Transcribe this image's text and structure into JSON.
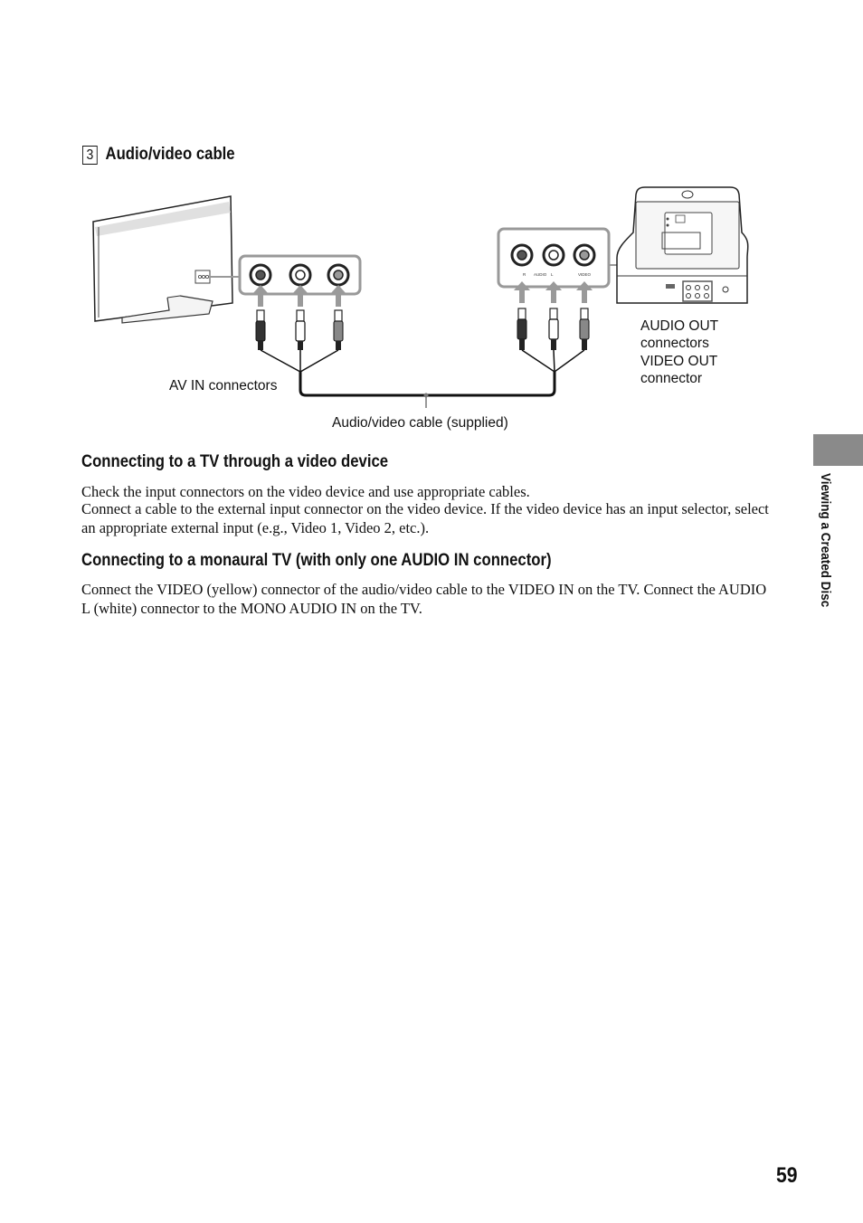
{
  "section": {
    "step_number": "3",
    "step_title": "Audio/video cable"
  },
  "diagram": {
    "av_in_label": "AV IN connectors",
    "cable_label": "Audio/video cable (supplied)",
    "audio_out_line1": "AUDIO OUT",
    "audio_out_line2": "connectors",
    "video_out_line1": "VIDEO OUT",
    "video_out_line2": "connector",
    "panel_r": "R",
    "panel_audio": "AUDIO",
    "panel_l": "L",
    "panel_video": "VIDEO"
  },
  "video_device": {
    "heading": "Connecting to a TV through a video device",
    "paragraph1": "Check the input connectors on the video device and use appropriate cables.",
    "paragraph2": "Connect a cable to the external input connector on the video device. If the video device has an input selector, select an appropriate external input (e.g., Video 1, Video 2, etc.)."
  },
  "monaural": {
    "heading": "Connecting to a monaural TV (with only one AUDIO IN connector)",
    "paragraph": "Connect the VIDEO (yellow) connector of the audio/video cable to the VIDEO IN on the TV. Connect the AUDIO L (white) connector to the MONO AUDIO IN on the TV."
  },
  "side_tab": {
    "label": "Viewing a Created Disc"
  },
  "page_number": "59"
}
